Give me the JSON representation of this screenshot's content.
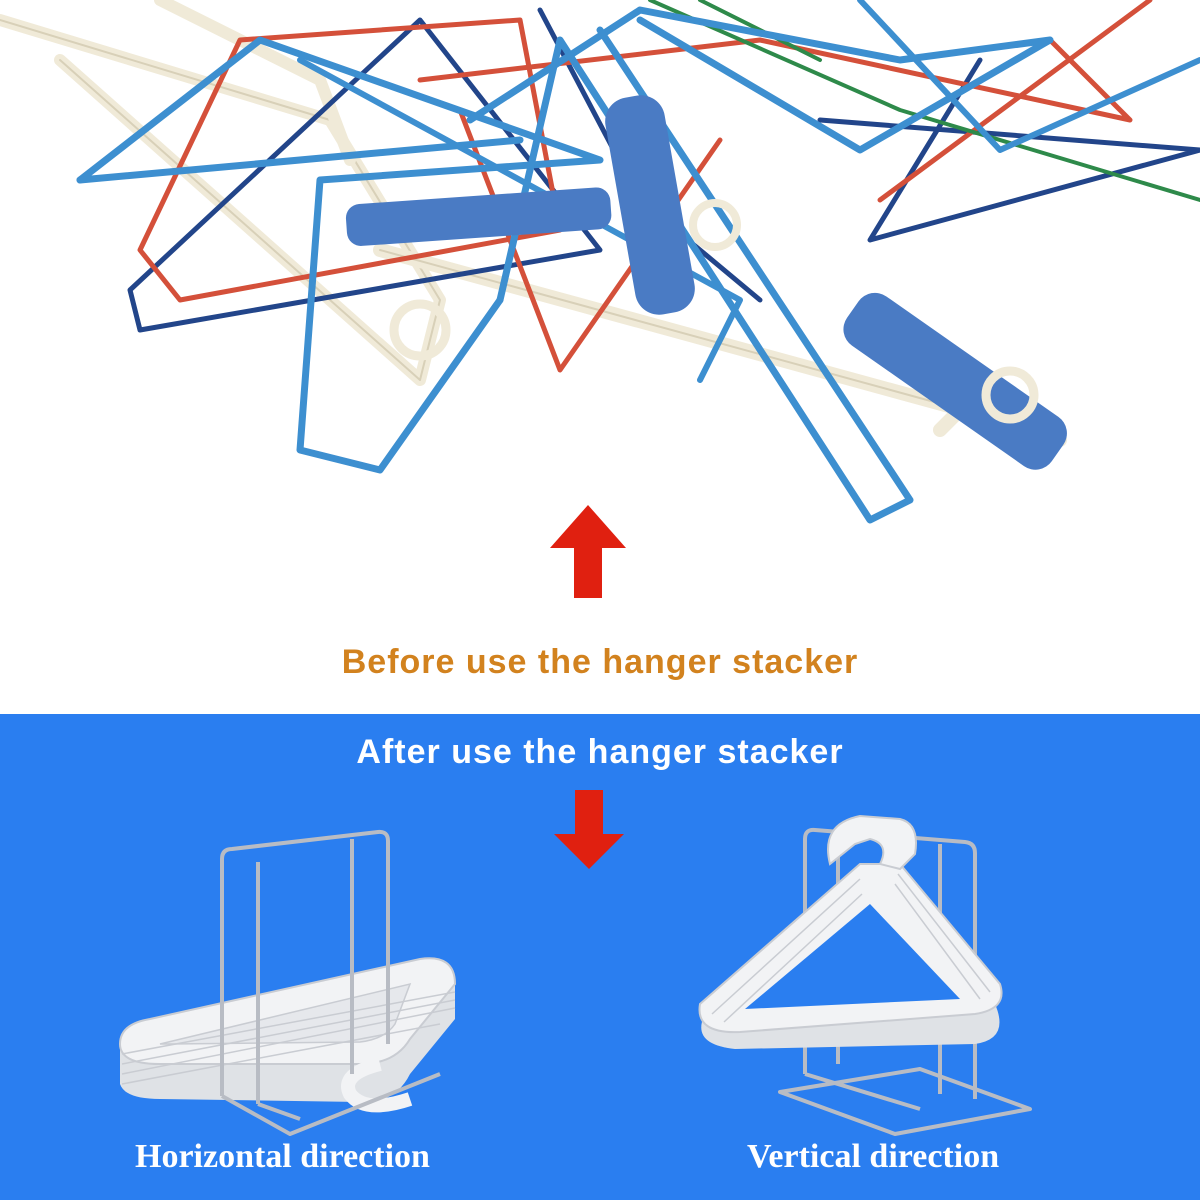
{
  "captions": {
    "before": "Before use the hanger stacker",
    "after": "After use the hanger stacker"
  },
  "labels": {
    "horizontal": "Horizontal direction",
    "vertical": "Vertical direction"
  },
  "colors": {
    "background_top": "#ffffff",
    "background_bottom": "#2a7ef0",
    "before_caption": "#d2821e",
    "after_caption": "#ffffff",
    "arrow": "#e02010",
    "hanger_blue": "#3d8fd0",
    "hanger_red": "#d4503a",
    "hanger_navy": "#22458a",
    "hanger_cream": "#f0ead8",
    "hanger_green": "#2e8a4a",
    "rack_metal": "#b8bcc4",
    "stacked_hanger": "#f2f3f5"
  },
  "icons": {
    "up_arrow": "up-arrow-icon",
    "down_arrow": "down-arrow-icon"
  }
}
